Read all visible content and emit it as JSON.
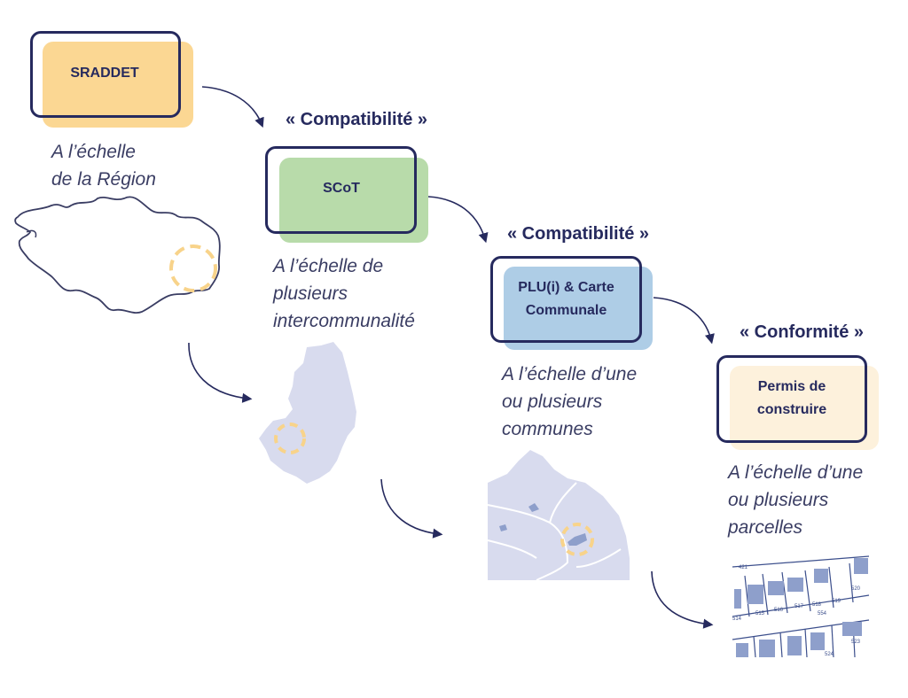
{
  "title": "Hiérarchie des documents d'urbanisme",
  "colors": {
    "navy": "#262a5e",
    "sraddet": "#fbd793",
    "scot": "#b8dbaa",
    "plu": "#aecde6",
    "permis": "#fdf1dc",
    "map_fill": "#d8dbee",
    "map_dark": "#8e9fcb",
    "highlight_circle": "#f8d38a"
  },
  "levels": [
    {
      "id": "sraddet",
      "label": "SRADDET",
      "scale": "A l’échelle\nde la Région",
      "map": "region-outline"
    },
    {
      "id": "scot",
      "label": "SCoT",
      "scale": "A l’échelle de\nplusieurs\nintercommunalité",
      "map": "intercommunal-area"
    },
    {
      "id": "plu",
      "label": "PLU(i) & Carte\nCommunale",
      "scale": "A l’échelle d’une\nou plusieurs\ncommunes",
      "map": "communes-map"
    },
    {
      "id": "permis",
      "label": "Permis de\nconstruire",
      "scale": "A l’échelle d’une\nou plusieurs\nparcelles",
      "map": "cadastral-parcels"
    }
  ],
  "relations": [
    {
      "from": "sraddet",
      "to": "scot",
      "label": "« Compatibilité »"
    },
    {
      "from": "scot",
      "to": "plu",
      "label": "« Compatibilité »"
    },
    {
      "from": "plu",
      "to": "permis",
      "label": "« Conformité »"
    }
  ],
  "parcel_numbers": [
    "421",
    "514",
    "515",
    "516",
    "517",
    "518",
    "519",
    "520",
    "523",
    "524",
    "554"
  ]
}
